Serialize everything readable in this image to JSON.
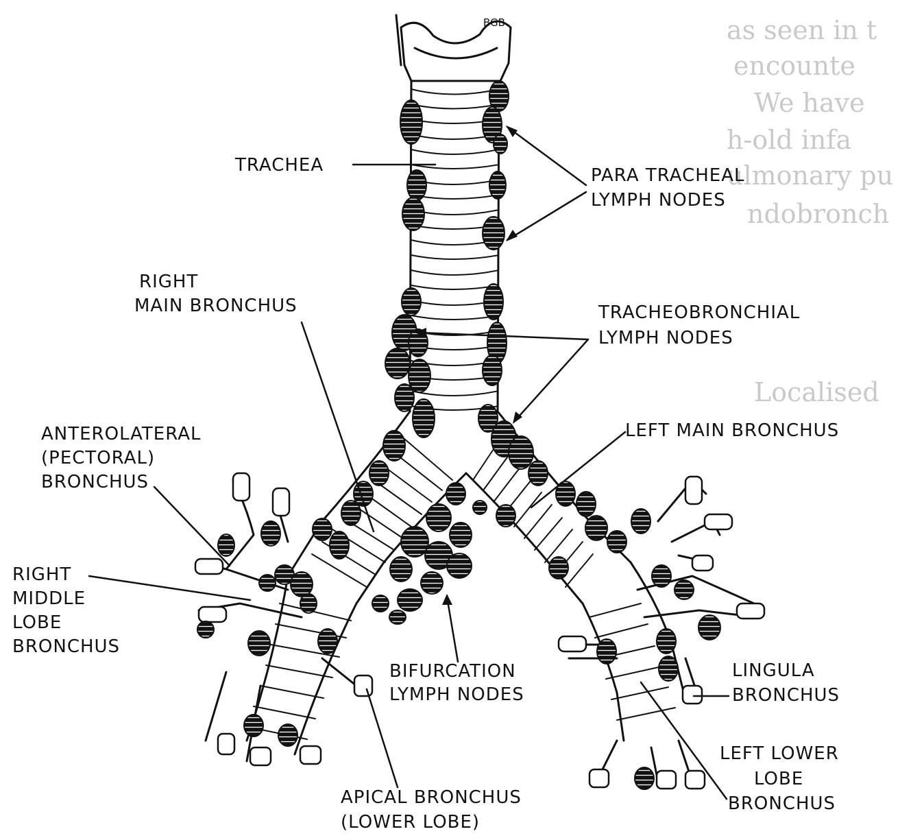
{
  "signature": "BGB",
  "labels": {
    "trachea": "TRACHEA",
    "paratracheal": [
      "PARA TRACHEAL",
      "LYMPH NODES"
    ],
    "right_main": [
      "RIGHT",
      "MAIN BRONCHUS"
    ],
    "tracheobronchial": [
      "TRACHEOBRONCHIAL",
      "LYMPH NODES"
    ],
    "anterolateral": [
      "ANTEROLATERAL",
      "(PECTORAL)",
      "BRONCHUS"
    ],
    "left_main": "LEFT MAIN BRONCHUS",
    "right_middle": [
      "RIGHT",
      "MIDDLE",
      "LOBE",
      "BRONCHUS"
    ],
    "bifurcation": [
      "BIFURCATION",
      "LYMPH NODES"
    ],
    "lingula": [
      "LINGULA",
      "BRONCHUS"
    ],
    "left_lower": [
      "LEFT LOWER",
      "LOBE",
      "BRONCHUS"
    ],
    "apical": [
      "APICAL BRONCHUS",
      "(LOWER LOBE)"
    ]
  },
  "bleed_through_text": [
    "as seen in t",
    "encounte",
    "We have",
    "h-old infa",
    "ulmonary pu",
    "ndobronch",
    "Localised"
  ]
}
